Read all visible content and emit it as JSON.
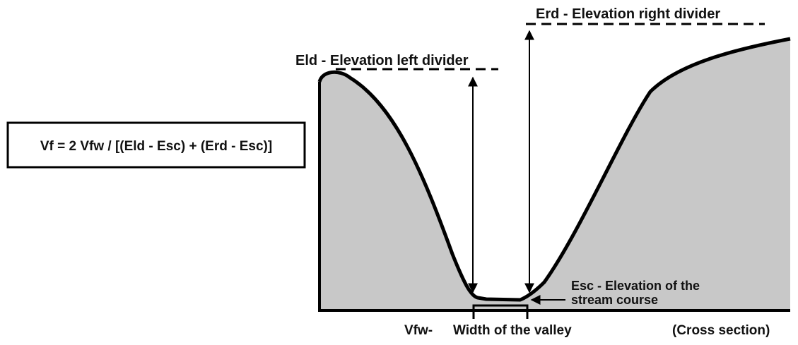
{
  "formula": {
    "text": "Vf = 2 Vfw / [(Eld - Esc) + (Erd - Esc)]"
  },
  "labels": {
    "left_divider": "Eld - Elevation left divider",
    "right_divider": "Erd - Elevation right divider",
    "stream_course_line1": "Esc - Elevation of the",
    "stream_course_line2": "stream course",
    "valley_width_abbr": "Vfw-",
    "valley_width_text": "Width of the valley",
    "cross_section": "(Cross section)"
  },
  "colors": {
    "terrain_fill": "#c8c8c8",
    "outline": "#000000",
    "text": "#111111"
  }
}
